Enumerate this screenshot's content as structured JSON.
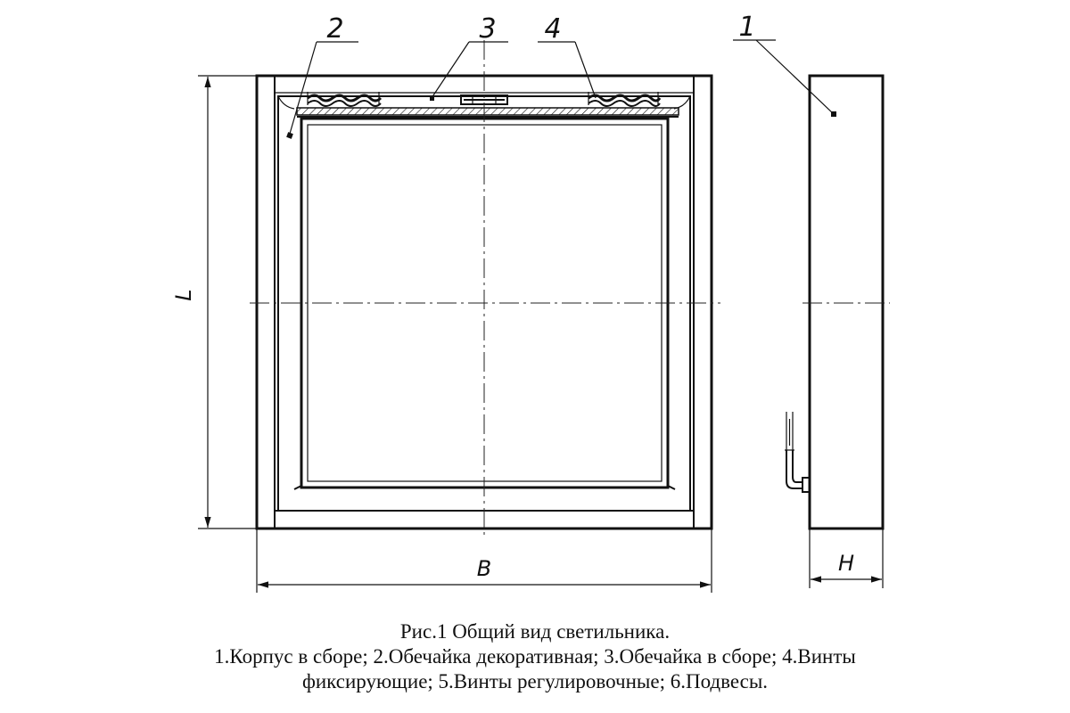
{
  "callouts": {
    "c1": "1",
    "c2": "2",
    "c3": "3",
    "c4": "4"
  },
  "dimensions": {
    "length": "L",
    "width": "B",
    "height": "H"
  },
  "caption": {
    "title": "Рис.1 Общий вид светильника.",
    "line1": "1.Корпус в сборе; 2.Обечайка декоративная; 3.Обечайка в сборе; 4.Винты",
    "line2": "фиксирующие; 5.Винты регулировочные; 6.Подвесы."
  }
}
